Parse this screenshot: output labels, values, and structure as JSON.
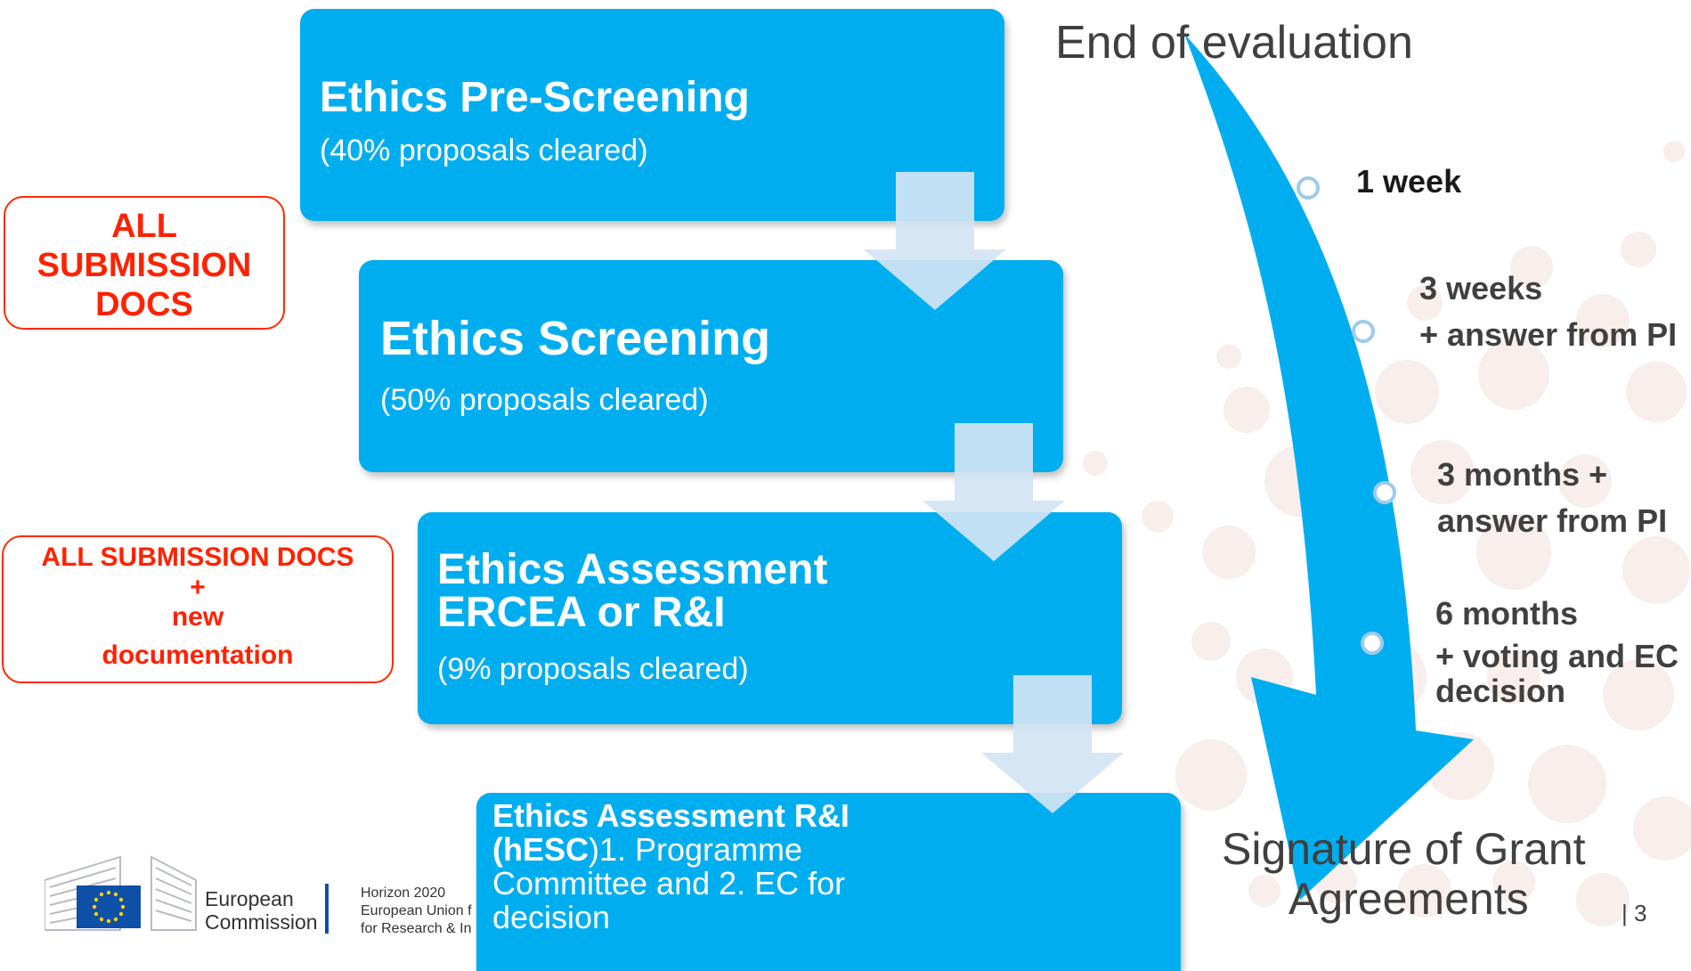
{
  "boxes": [
    {
      "title": "Ethics Pre-Screening",
      "subtitle": "(40% proposals cleared)"
    },
    {
      "title": "Ethics Screening",
      "subtitle": "(50% proposals cleared)"
    },
    {
      "title_line1": "Ethics Assessment",
      "title_line2": "ERCEA or R&I",
      "subtitle": "(9% proposals cleared)"
    },
    {
      "bold1": "Ethics Assessment R&I",
      "bold2": "(hESC",
      "rest2": ")1. Programme",
      "line3": "Committee and 2. EC for",
      "line4": "decision"
    }
  ],
  "side_notes": {
    "first": [
      "ALL",
      "SUBMISSION",
      "DOCS"
    ],
    "second": [
      "ALL SUBMISSION DOCS",
      "+",
      "new",
      "documentation"
    ]
  },
  "timeline": {
    "start": "End of evaluation",
    "end_line1": "Signature of Grant",
    "end_line2": "Agreements",
    "steps": [
      {
        "lines": [
          "1 week"
        ]
      },
      {
        "lines": [
          "3 weeks",
          "+ answer from PI"
        ]
      },
      {
        "lines": [
          "3 months +",
          "answer from PI"
        ]
      },
      {
        "lines": [
          "6 months",
          "+ voting and EC",
          "decision"
        ]
      }
    ]
  },
  "footer": {
    "org_line1": "European",
    "org_line2": "Commission",
    "prog_line1": "Horizon 2020",
    "prog_line2": "European Union f",
    "prog_line3": "for Research & In"
  },
  "page_number": "| 3",
  "colors": {
    "box": "#00aeef",
    "arrow_light": "#d2e4f4",
    "red": "#ff2200",
    "text_dark": "#404040"
  }
}
